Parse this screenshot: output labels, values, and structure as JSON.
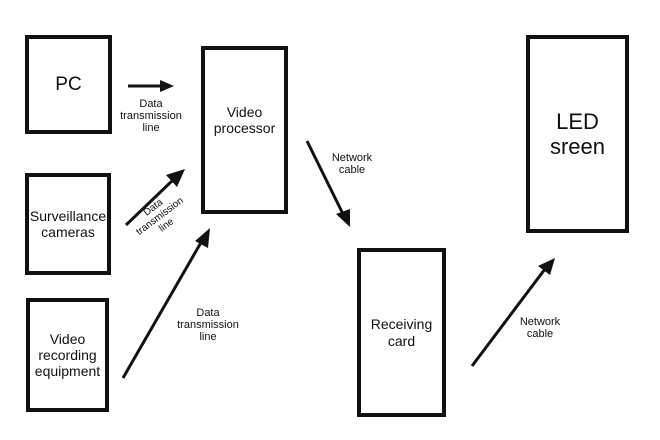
{
  "diagram": {
    "nodes": [
      {
        "id": "pc",
        "label_lines": [
          "PC"
        ]
      },
      {
        "id": "surveillance",
        "label_lines": [
          "Surveillance",
          "cameras"
        ]
      },
      {
        "id": "video_recording",
        "label_lines": [
          "Video",
          "recording",
          "equipment"
        ]
      },
      {
        "id": "video_processor",
        "label_lines": [
          "Video",
          "processor"
        ]
      },
      {
        "id": "receiving_card",
        "label_lines": [
          "Receiving",
          "card"
        ]
      },
      {
        "id": "led_screen",
        "label_lines": [
          "LED",
          "sreen"
        ]
      }
    ],
    "edges": [
      {
        "from": "pc",
        "to": "video_processor",
        "label_lines": [
          "Data",
          "transmission",
          "line"
        ]
      },
      {
        "from": "surveillance",
        "to": "video_processor",
        "label_lines": [
          "Data",
          "transmission",
          "line"
        ]
      },
      {
        "from": "video_recording",
        "to": "video_processor",
        "label_lines": [
          "Data",
          "transmission",
          "line"
        ]
      },
      {
        "from": "video_processor",
        "to": "receiving_card",
        "label_lines": [
          "Network",
          "cable"
        ]
      },
      {
        "from": "receiving_card",
        "to": "led_screen",
        "label_lines": [
          "Network",
          "cable"
        ]
      }
    ]
  }
}
